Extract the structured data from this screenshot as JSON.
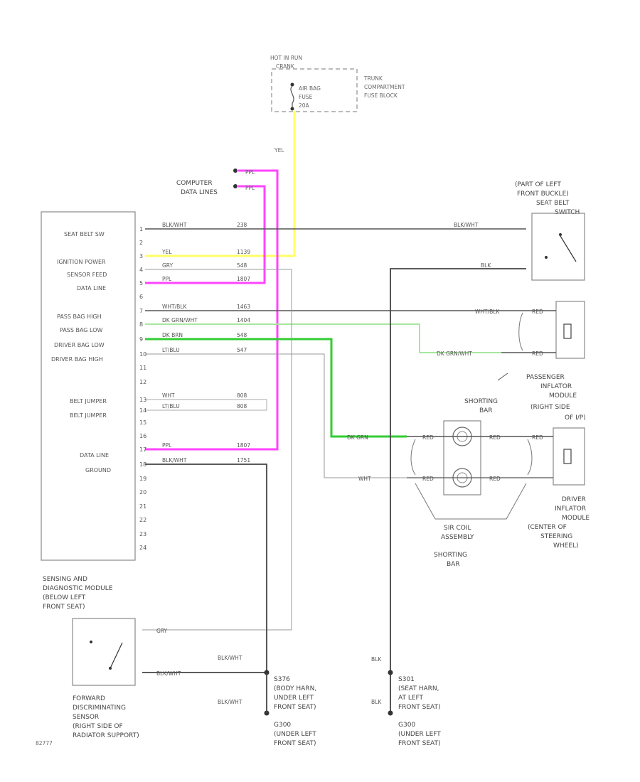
{
  "fuse_block": {
    "hot_label": [
      "HOT IN RUN",
      "CRANK"
    ],
    "fuse_label": [
      "AIR BAG",
      "FUSE",
      "20A"
    ],
    "block_label": [
      "TRUNK",
      "COMPARTMENT",
      "FUSE BLOCK"
    ]
  },
  "computer_data_lines": [
    "COMPUTER",
    "DATA LINES"
  ],
  "ppl": "PPL",
  "yel": "YEL",
  "module": {
    "labels": [
      "SEAT BELT SW",
      "IGNITION POWER",
      "SENSOR FEED",
      "DATA LINE",
      "PASS BAG HIGH",
      "PASS BAG LOW",
      "DRIVER BAG LOW",
      "DRIVER BAG HIGH",
      "BELT JUMPER",
      "BELT JUMPER",
      "DATA LINE",
      "GROUND"
    ],
    "pins": [
      "1",
      "2",
      "3",
      "4",
      "5",
      "6",
      "7",
      "8",
      "9",
      "10",
      "11",
      "12",
      "13",
      "14",
      "15",
      "16",
      "17",
      "18",
      "19",
      "20",
      "21",
      "22",
      "23",
      "24"
    ],
    "wires": [
      "BLK/WHT",
      "YEL",
      "GRY",
      "PPL",
      "WHT/BLK",
      "DK GRN/WHT",
      "DK BRN",
      "LT/BLU",
      "WHT",
      "LT/BLU",
      "PPL",
      "BLK/WHT"
    ],
    "circuits": [
      "238",
      "1139",
      "548",
      "1807",
      "1463",
      "1404",
      "548",
      "547",
      "808",
      "808",
      "1807",
      "1751"
    ],
    "name": [
      "SENSING AND",
      "DIAGNOSTIC MODULE",
      "(BELOW LEFT",
      "FRONT SEAT)"
    ]
  },
  "seat_belt": {
    "label": [
      "(PART OF LEFT",
      "FRONT BUCKLE)",
      "SEAT BELT",
      "SWITCH"
    ],
    "wire_top": "BLK/WHT",
    "wire_bottom": "BLK"
  },
  "passenger": {
    "wire_top": "WHT/BLK",
    "wire_bottom": "DK GRN/WHT",
    "con_a": "RED",
    "con_b": "RED",
    "label": [
      "PASSENGER",
      "INFLATOR",
      "MODULE",
      "(RIGHT SIDE",
      "OF I/P)"
    ],
    "shorting_bar": [
      "SHORTING",
      "BAR"
    ]
  },
  "driver": {
    "wire_top": "DK GRN",
    "wire_bottom": "WHT",
    "con": "RED",
    "label": [
      "DRIVER",
      "INFLATOR",
      "MODULE",
      "(CENTER OF",
      "STEERING",
      "WHEEL)"
    ],
    "sir_coil": [
      "SIR COIL",
      "ASSEMBLY"
    ],
    "shorting_bar": [
      "SHORTING",
      "BAR"
    ]
  },
  "sensor": {
    "label": [
      "FORWARD",
      "DISCRIMINATING",
      "SENSOR",
      "(RIGHT SIDE OF",
      "RADIATOR SUPPORT)"
    ],
    "wire_top": "GRY",
    "wire_bottom": "BLK/WHT"
  },
  "grounds": {
    "g1_wire": "BLK/WHT",
    "g1_wire2": "BLK/WHT",
    "g1_a": [
      "S376",
      "(BODY HARN,",
      "UNDER LEFT",
      "FRONT SEAT)"
    ],
    "g1_b": [
      "G300",
      "(UNDER LEFT",
      "FRONT SEAT)"
    ],
    "g2_wire": "BLK",
    "g2_wire2": "BLK",
    "g2_a": [
      "S301",
      "(SEAT HARN,",
      "AT LEFT",
      "FRONT SEAT)"
    ],
    "g2_b": [
      "G300",
      "(UNDER LEFT",
      "FRONT SEAT)"
    ]
  },
  "figure_id": "82777",
  "colors": {
    "yellow": "#ffff66",
    "magenta": "#ff44ff",
    "green": "#33cc33",
    "light_green": "#a8e6a0",
    "wire": "#555555"
  }
}
